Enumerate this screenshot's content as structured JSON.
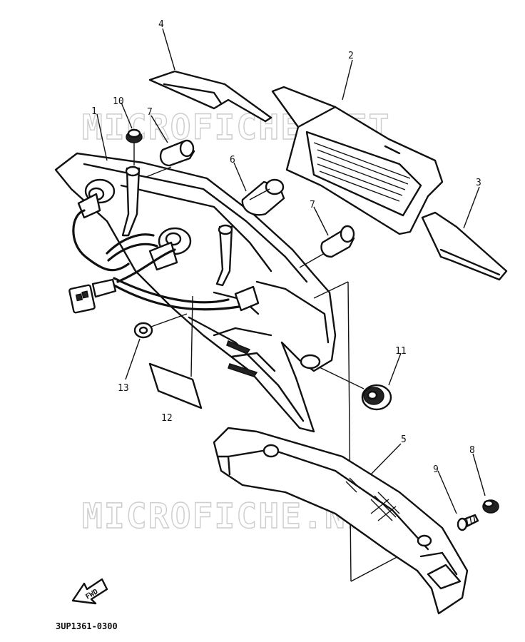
{
  "watermark": {
    "text_top": "MICROFICHE.NET",
    "text_bottom": "MICROFICHE.NET"
  },
  "drawing_code": "3UP1361-0300",
  "fwd_label": "FWD",
  "callouts": {
    "c1": "1",
    "c2": "2",
    "c3": "3",
    "c4": "4",
    "c5": "5",
    "c6": "6",
    "c7a": "7",
    "c7b": "7",
    "c8": "8",
    "c9": "9",
    "c10": "10",
    "c11": "11",
    "c12": "12",
    "c13": "13"
  }
}
